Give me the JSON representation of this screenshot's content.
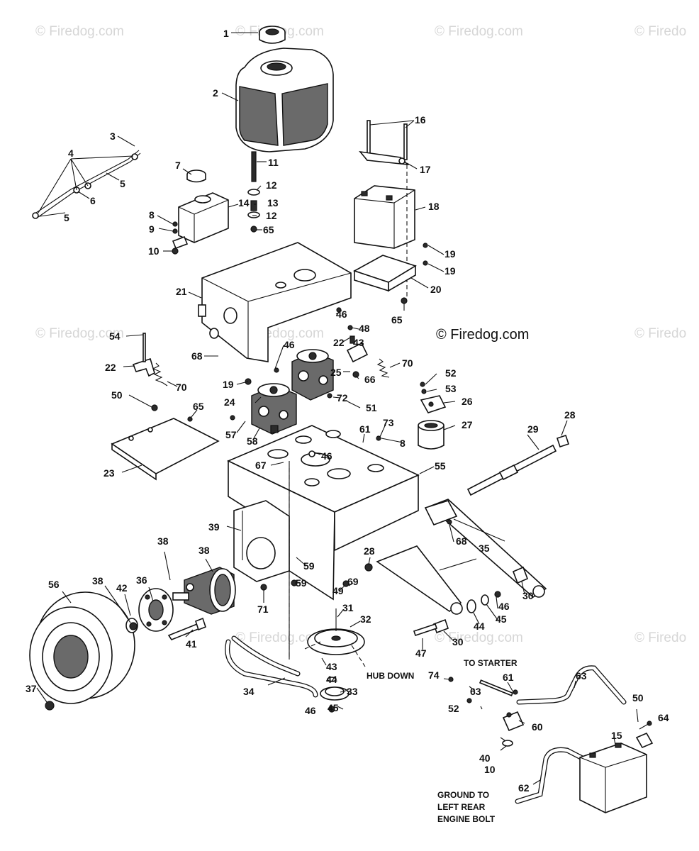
{
  "watermarks": {
    "main": "© Firedog.com",
    "ghost_full": "© Firedog.com",
    "ghost_partial": "© Firedo"
  },
  "notes": {
    "to_starter": "TO STARTER",
    "hub_down": "HUB DOWN",
    "ground_line1": "GROUND TO",
    "ground_line2": "LEFT REAR",
    "ground_line3": "ENGINE BOLT"
  },
  "callouts": {
    "c1": "1",
    "c2": "2",
    "c3": "3",
    "c4": "4",
    "c5a": "5",
    "c5b": "5",
    "c6": "6",
    "c7": "7",
    "c8a": "8",
    "c8b": "8",
    "c9": "9",
    "c10a": "10",
    "c10b": "10",
    "c11": "11",
    "c12a": "12",
    "c12b": "12",
    "c13": "13",
    "c14": "14",
    "c15": "15",
    "c16": "16",
    "c17": "17",
    "c18": "18",
    "c19a": "19",
    "c19b": "19",
    "c19c": "19",
    "c20": "20",
    "c21": "21",
    "c22a": "22",
    "c22b": "22",
    "c23": "23",
    "c24": "24",
    "c25": "25",
    "c26": "26",
    "c27": "27",
    "c28a": "28",
    "c28b": "28",
    "c29": "29",
    "c30a": "30",
    "c30b": "30",
    "c31": "31",
    "c32": "32",
    "c33": "33",
    "c34": "34",
    "c35": "35",
    "c36": "36",
    "c37": "37",
    "c38a": "38",
    "c38b": "38",
    "c38c": "38",
    "c39": "39",
    "c40": "40",
    "c41": "41",
    "c42": "42",
    "c43a": "43",
    "c43b": "43",
    "c44a": "44",
    "c44b": "44",
    "c45a": "45",
    "c45b": "45",
    "c46a": "46",
    "c46b": "46",
    "c46c": "46",
    "c46d": "46",
    "c46e": "46",
    "c47": "47",
    "c48": "48",
    "c49": "49",
    "c50a": "50",
    "c50b": "50",
    "c51": "51",
    "c52a": "52",
    "c52b": "52",
    "c53": "53",
    "c54": "54",
    "c55": "55",
    "c56": "56",
    "c57": "57",
    "c58": "58",
    "c59a": "59",
    "c59b": "59",
    "c60": "60",
    "c61a": "61",
    "c61b": "61",
    "c62": "62",
    "c63a": "63",
    "c63b": "63",
    "c64": "64",
    "c65a": "65",
    "c65b": "65",
    "c65c": "65",
    "c66": "66",
    "c67": "67",
    "c68a": "68",
    "c68b": "68",
    "c69": "69",
    "c70a": "70",
    "c70b": "70",
    "c71": "71",
    "c72": "72",
    "c73": "73",
    "c74": "74"
  }
}
